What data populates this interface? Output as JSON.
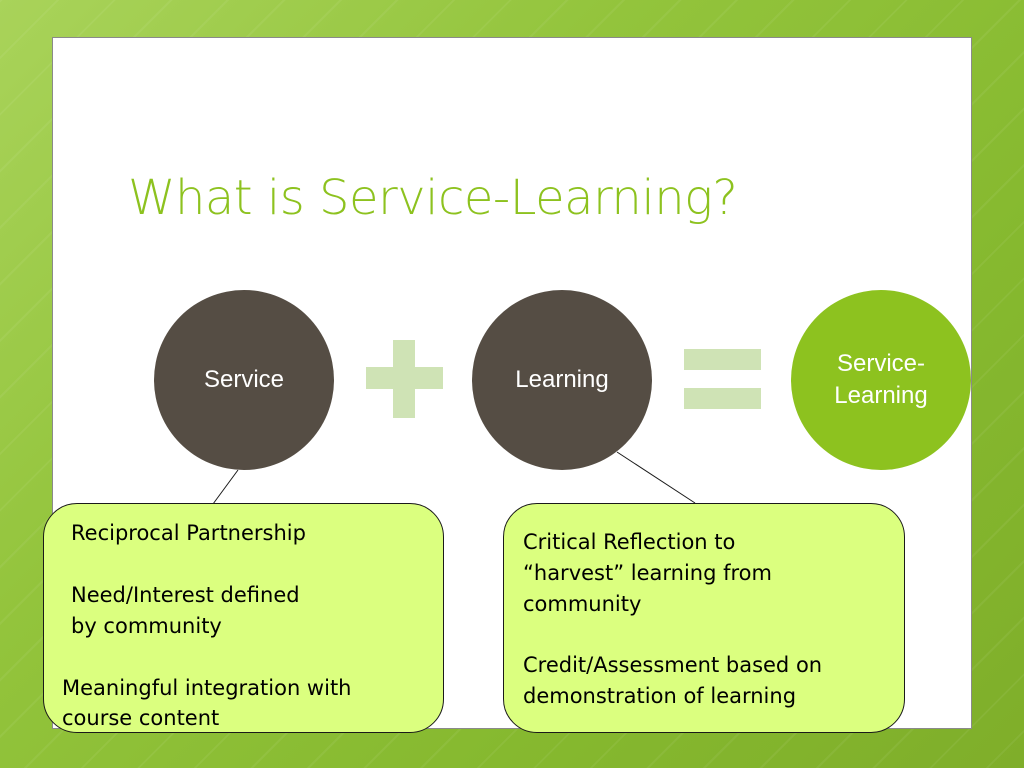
{
  "slide": {
    "title": "What is Service-Learning?"
  },
  "diagram": {
    "circles": {
      "service": "Service",
      "learning": "Learning",
      "result_line1": "Service-",
      "result_line2": "Learning"
    },
    "operators": {
      "plus_color": "#cfe3b5",
      "equals_color": "#cfe3b5"
    },
    "left_box": {
      "item1": "Reciprocal Partnership",
      "item2_line1": "Need/Interest defined",
      "item2_line2": "by community",
      "item3_line1": "Meaningful integration with",
      "item3_line2": "course content"
    },
    "right_box": {
      "item1_line1": "Critical Reflection to",
      "item1_line2": "“harvest” learning from",
      "item1_line3": "community",
      "item2_line1": "Credit/Assessment based on",
      "item2_line2": "demonstration of learning"
    }
  },
  "colors": {
    "title": "#8dc21f",
    "dark_circle": "#554d44",
    "green_circle": "#8dc21f",
    "box_fill": "#dbff7f"
  }
}
